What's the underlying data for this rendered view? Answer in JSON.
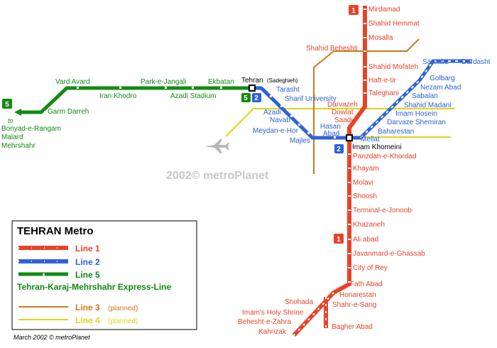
{
  "map": {
    "watermark": "2002© metroPlanet",
    "footer": "March 2002 © metroPlanet",
    "compass_hint": "to",
    "colors": {
      "line1": "#e8432a",
      "line2": "#2f62d6",
      "line5": "#138a13",
      "line3": "#cc7a1a",
      "line4": "#e0d41a"
    }
  },
  "legend": {
    "title": "TEHRAN Metro",
    "line1": "Line 1",
    "line2": "Line 2",
    "line5": "Line 5",
    "express": "Tehran-Karaj-Mehrshahr Express-Line",
    "line3": "Line 3",
    "line3_note": "(planned)",
    "line4": "Line 4",
    "line4_note": "(planned)"
  },
  "badges": {
    "one": "1",
    "two": "2",
    "five": "5"
  },
  "line1_stations": [
    "Mirdamad",
    "Shahid Hemmat",
    "Mosalla",
    "Shahid Beheshti",
    "Shahid Mofateh",
    "Haft-e-tir",
    "Taleghani",
    "Darvazeh",
    "Dowlat",
    "Saadi",
    "Imam Khomeini",
    "Panzdah-e-Khordad",
    "Khayam",
    "Molavi",
    "Shoosh",
    "Terminal-e-Jonoob",
    "Khazaneh",
    "Ali abad",
    "Javanmard-e-Ghassab",
    "City of Rey",
    "Fath Abad",
    "Honarestan",
    "Shahr-e-Sang",
    "Bagher Abad",
    "Shohada",
    "Imam's Holy Shrine",
    "Behesht-e-Zahra",
    "Kahrizak"
  ],
  "line2_stations": [
    "Tehran",
    "(Sadeghieh)",
    "Tarasht",
    "Sharif University",
    "Azadi",
    "Navab",
    "Meydan-e-Hor",
    "Majles",
    "Hasan",
    "Abad",
    "Mellat",
    "Baharestan",
    "Darvaze Shemiran",
    "Imam Hosein",
    "Shahid Madani",
    "Sabalan",
    "Nezam Abad",
    "Golbarg",
    "Sarsabz",
    "Dardasht"
  ],
  "line5_stations": [
    "Vard Avard",
    "Iran Khodro",
    "Park-e-Jangali",
    "Azadi Stadium",
    "Ekbatan",
    "Garm Darreh",
    "Bonyad-e-Rangam",
    "Malard",
    "Mehrshahr"
  ]
}
